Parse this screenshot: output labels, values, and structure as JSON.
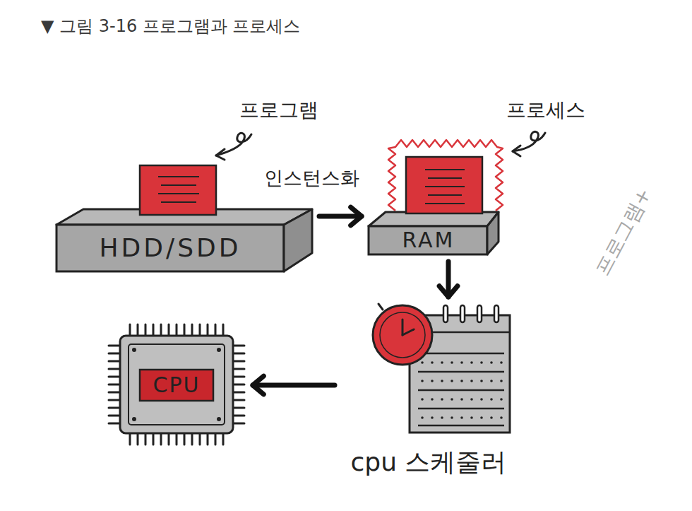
{
  "diagram": {
    "title": "▼ 그림 3-16 프로그램과 프로세스",
    "nodes": [
      {
        "text": [
          "HDD/SDD"
        ]
      },
      {
        "text": [
          "RAM"
        ]
      },
      {
        "text": [
          "cpu 스케줄러"
        ]
      },
      {
        "text": [
          "CPU"
        ]
      }
    ],
    "edges": [
      {
        "from": 0,
        "to": 1,
        "label": "인스턴스화",
        "arrow": "to"
      },
      {
        "from": 1,
        "to": 2,
        "arrow": "to"
      },
      {
        "from": 2,
        "to": 3,
        "arrow": "to"
      }
    ],
    "labels": [
      "프로그램",
      "프로세스",
      "프로그램+"
    ]
  }
}
